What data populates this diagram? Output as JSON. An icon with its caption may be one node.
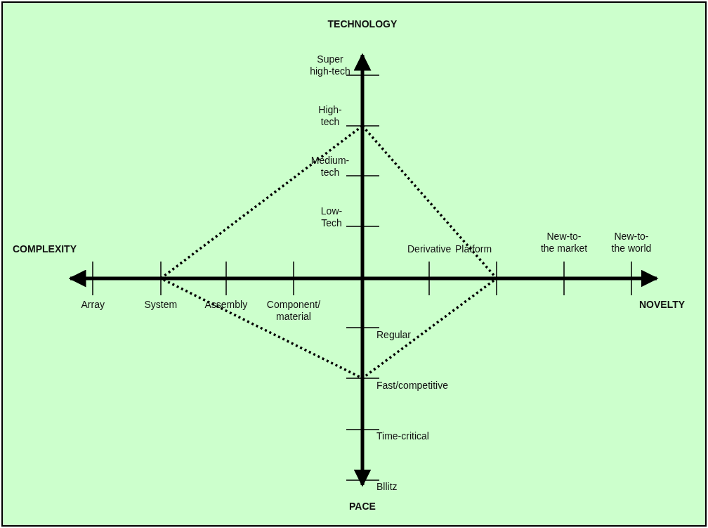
{
  "diagram": {
    "labels": [
      "TECHNOLOGY",
      "Super high-tech",
      "High- tech",
      "Medium- tech",
      "Low- Tech",
      "COMPLEXITY",
      "Derivative",
      "Platform",
      "New-to- the market",
      "New-to- the world",
      "Array",
      "System",
      "Assembly",
      "Component/ material",
      "NOVELTY",
      "Regular",
      "Fast/competitive",
      "Time-critical",
      "Bllitz",
      "PACE"
    ]
  }
}
